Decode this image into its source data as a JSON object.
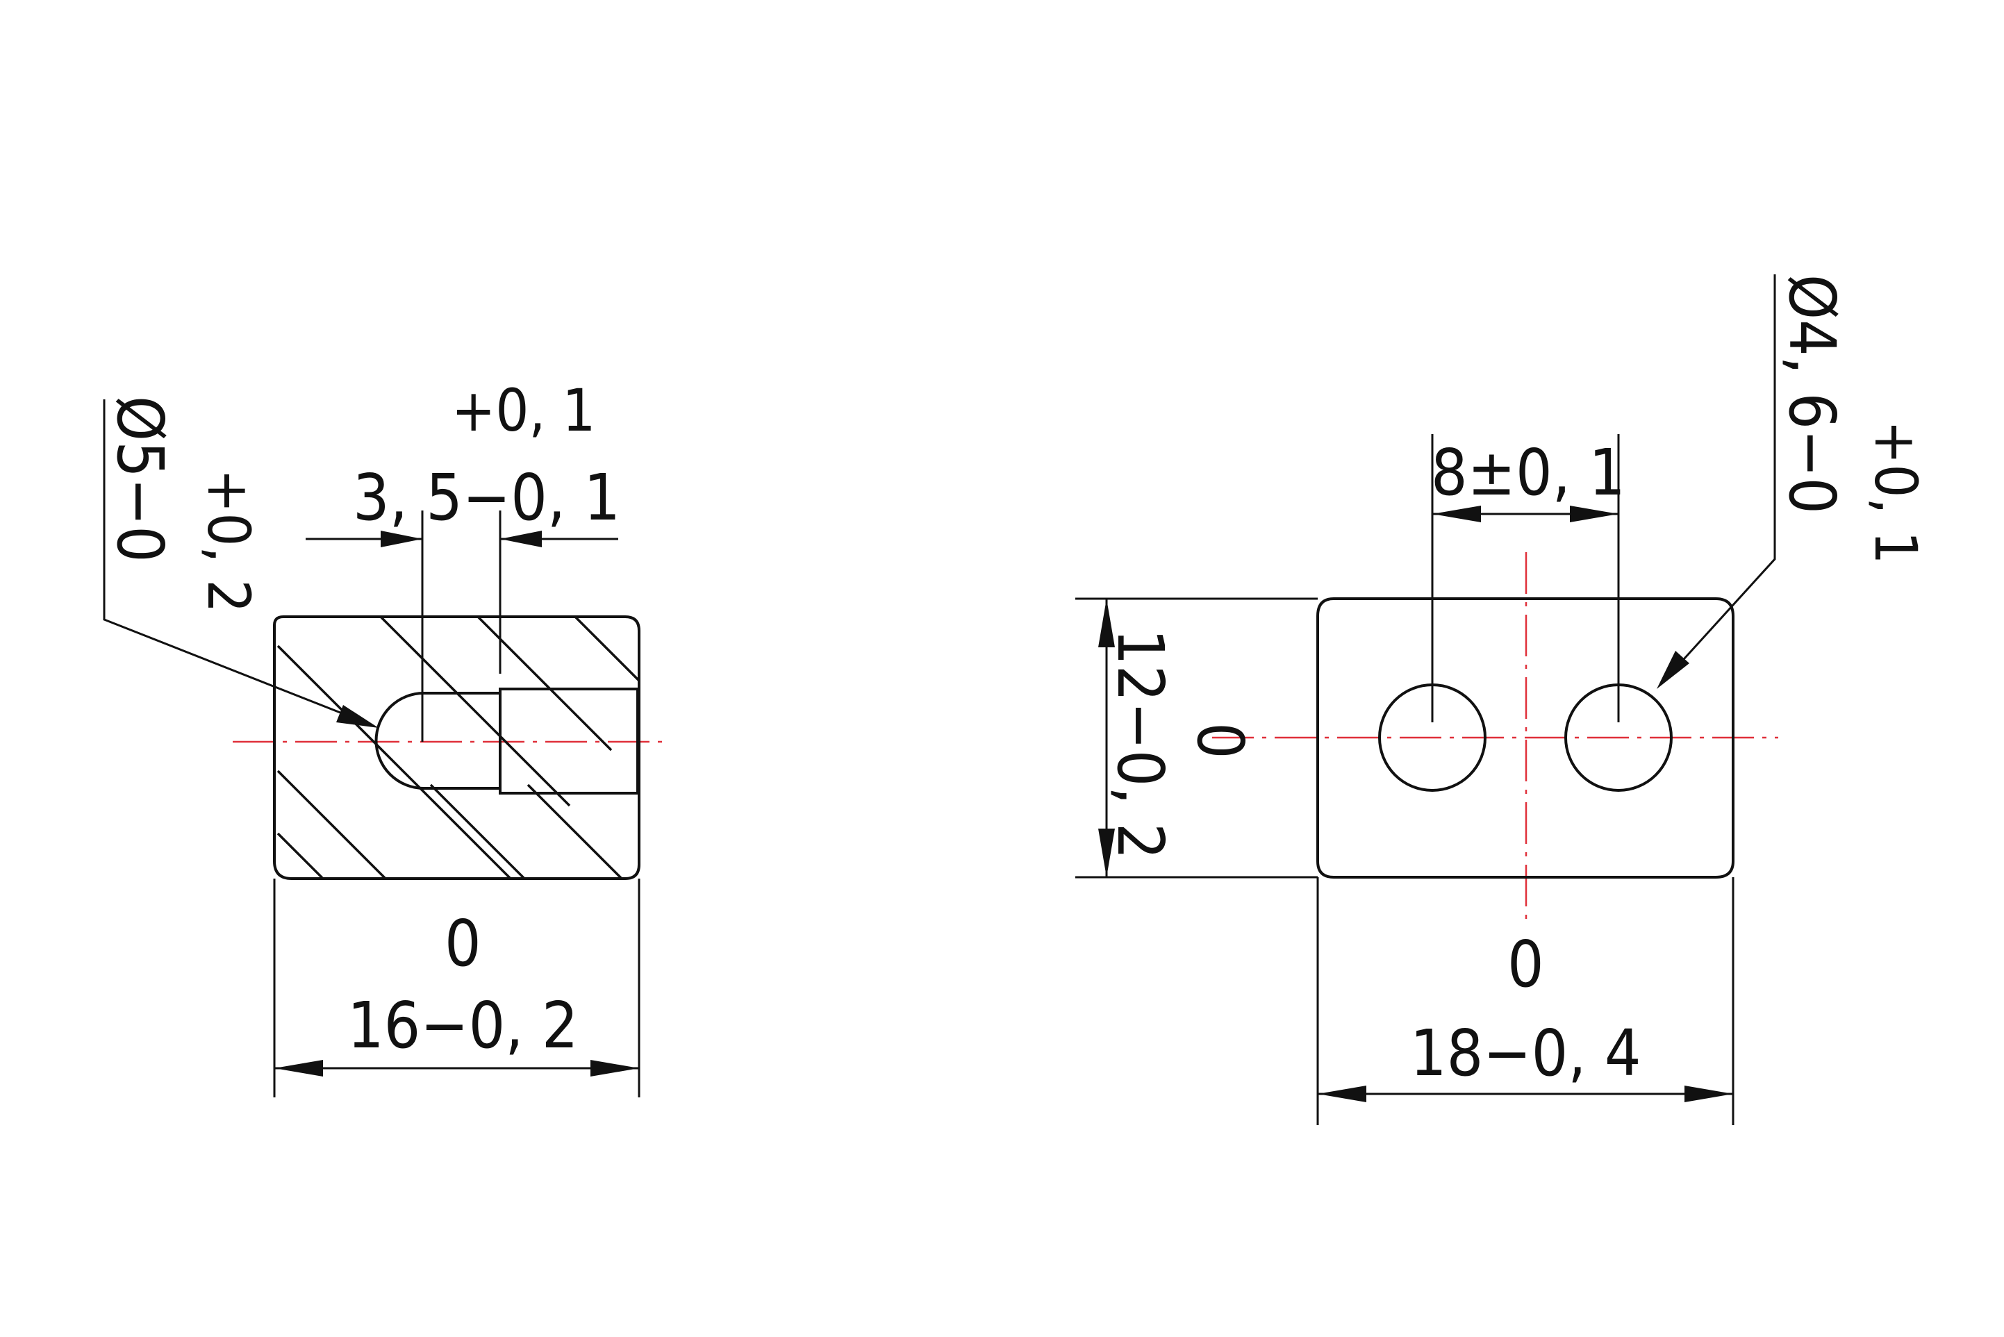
{
  "colors": {
    "line": "#111111",
    "centerline": "#e0303a",
    "background": "#ffffff"
  },
  "left_part": {
    "slot_width_tol_upper": "+0, 1",
    "slot_width_nominal": "3, 5−0, 1",
    "hole_dia_tol_upper": "+0, 2",
    "hole_dia_nominal": "Ø5−0",
    "width_tol_upper": "0",
    "width_nominal": "16−0, 2"
  },
  "right_part": {
    "hole_spacing": "8±0, 1",
    "hole_dia_nominal": "Ø4, 6−0",
    "hole_dia_tol_upper": "+0, 1",
    "height_tol_upper": "0",
    "height_nominal": "12−0, 2",
    "width_tol_upper": "0",
    "width_nominal": "18−0, 4"
  }
}
